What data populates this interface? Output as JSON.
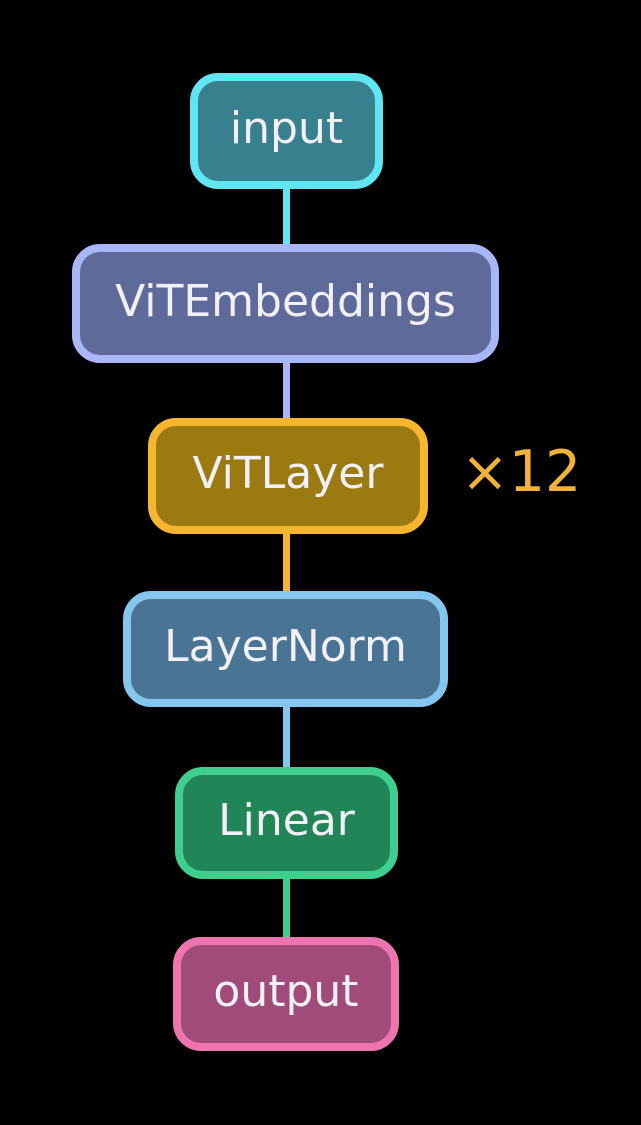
{
  "diagram": {
    "background": "#000000",
    "text_color": "#f2f0f7",
    "nodes": [
      {
        "id": "input",
        "label": "input",
        "fill": "#38808e",
        "border": "#5fe6f2"
      },
      {
        "id": "vit_embeddings",
        "label": "ViTEmbeddings",
        "fill": "#5e6a9a",
        "border": "#a9b6f7"
      },
      {
        "id": "vit_layer",
        "label": "ViTLayer",
        "fill": "#9b7a12",
        "border": "#f5b52f"
      },
      {
        "id": "layer_norm",
        "label": "LayerNorm",
        "fill": "#4a7494",
        "border": "#85c6ee"
      },
      {
        "id": "linear",
        "label": "Linear",
        "fill": "#218557",
        "border": "#3ecf8e"
      },
      {
        "id": "output",
        "label": "output",
        "fill": "#a04b79",
        "border": "#ee74b0"
      }
    ],
    "edges": [
      {
        "from": "input",
        "to": "vit_embeddings",
        "color": "#5fe6f2"
      },
      {
        "from": "vit_embeddings",
        "to": "vit_layer",
        "color": "#a9b6f7"
      },
      {
        "from": "vit_layer",
        "to": "layer_norm",
        "color": "#f5b52f"
      },
      {
        "from": "layer_norm",
        "to": "linear",
        "color": "#85c6ee"
      },
      {
        "from": "linear",
        "to": "output",
        "color": "#3ecf8e"
      }
    ],
    "annotations": [
      {
        "target": "vit_layer",
        "label": "×12",
        "color": "#f2b237"
      }
    ]
  }
}
